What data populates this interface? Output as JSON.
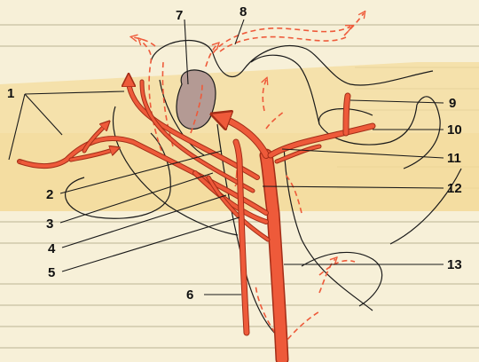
{
  "colors": {
    "background": "#f7f0d8",
    "highlight_band": "#f4dc9c",
    "vessel": "#ee5a3a",
    "vessel_stroke": "#a32d17",
    "pituitary_gland": "#b49a94",
    "outline": "#1a1a1a",
    "text_lines": "#c8c1a6"
  },
  "labels": {
    "l1": "1",
    "l2": "2",
    "l3": "3",
    "l4": "4",
    "l5": "5",
    "l6": "6",
    "l7": "7",
    "l8": "8",
    "l9": "9",
    "l10": "10",
    "l11": "11",
    "l12": "12",
    "l13": "13"
  }
}
